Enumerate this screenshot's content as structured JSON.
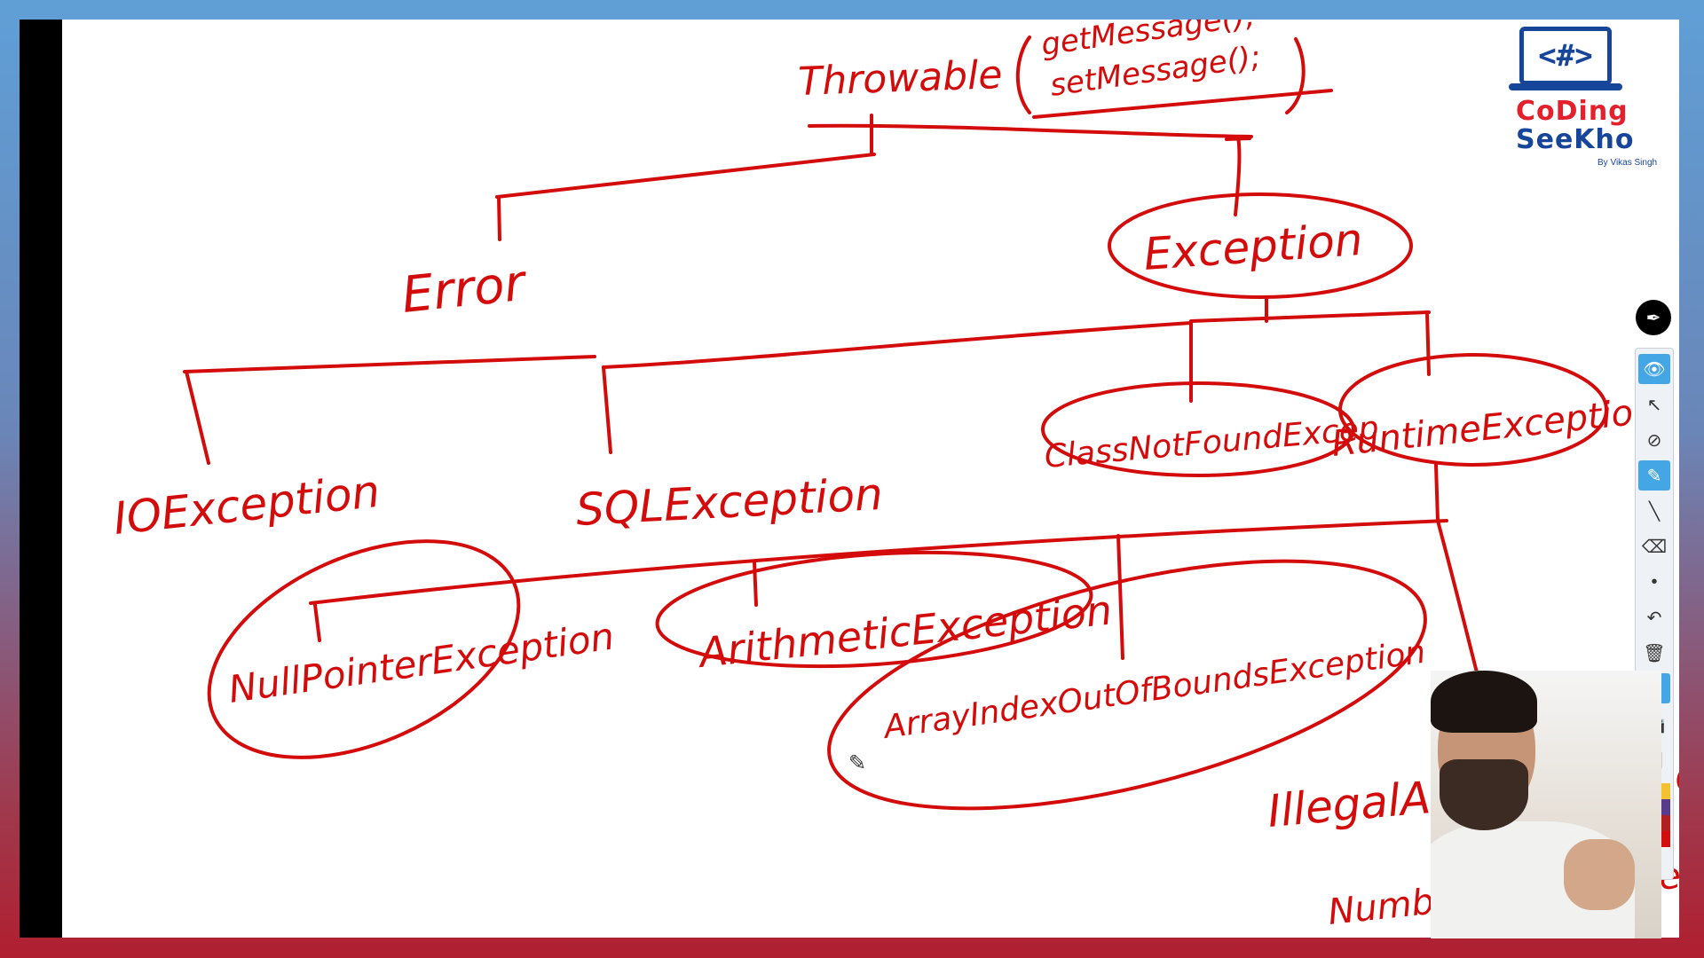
{
  "whiteboard": {
    "ink_color": "#d40b0b",
    "labels": {
      "throwable": "Throwable",
      "methods_line1": "getMessage();",
      "methods_line2": "setMessage();",
      "error": "Error",
      "exception": "Exception",
      "io_exception": "IOException",
      "sql_exception": "SQLException",
      "class_not_found": "ClassNotFoundExcep",
      "runtime_exception": "RuntimeException",
      "null_pointer": "NullPointerException",
      "arithmetic": "ArithmeticException",
      "array_index": "ArrayIndexOutOfBoundsException",
      "illegal_argument": "IllegalArgumentExce",
      "number_format": "NumberFormatExcep"
    }
  },
  "logo": {
    "icon_text": "<#>",
    "line1": "CoDing",
    "line2": "SeeKho",
    "byline": "By Vikas Singh",
    "colors": {
      "blue": "#16459a",
      "red": "#e3202b"
    }
  },
  "toolbar": {
    "top_icon": "pen-nib-icon",
    "tools": [
      {
        "name": "eye-icon",
        "glyph": "👁",
        "active": true
      },
      {
        "name": "select-arrow-icon",
        "glyph": "↖",
        "active": false
      },
      {
        "name": "pen-off-icon",
        "glyph": "⊘",
        "active": false
      },
      {
        "name": "highlighter-icon",
        "glyph": "✎",
        "active": true
      },
      {
        "name": "line-pen-icon",
        "glyph": "╲",
        "active": false
      },
      {
        "name": "eraser-icon",
        "glyph": "⌫",
        "active": false
      },
      {
        "name": "dot-size-icon",
        "glyph": "•",
        "active": false
      },
      {
        "name": "undo-icon",
        "glyph": "↶",
        "active": false
      },
      {
        "name": "trash-icon",
        "glyph": "🗑",
        "active": false
      },
      {
        "name": "fullscreen-icon",
        "glyph": "✕",
        "active": true
      },
      {
        "name": "camera-icon",
        "glyph": "📷",
        "active": false
      },
      {
        "name": "clipboard-icon",
        "glyph": "📋",
        "active": false
      }
    ],
    "palette": [
      "#e02020",
      "#f2c230",
      "#e05a20",
      "#5a3a8a",
      "#2e7d4f",
      "#b02020",
      "#e02020",
      "#d01010"
    ]
  }
}
